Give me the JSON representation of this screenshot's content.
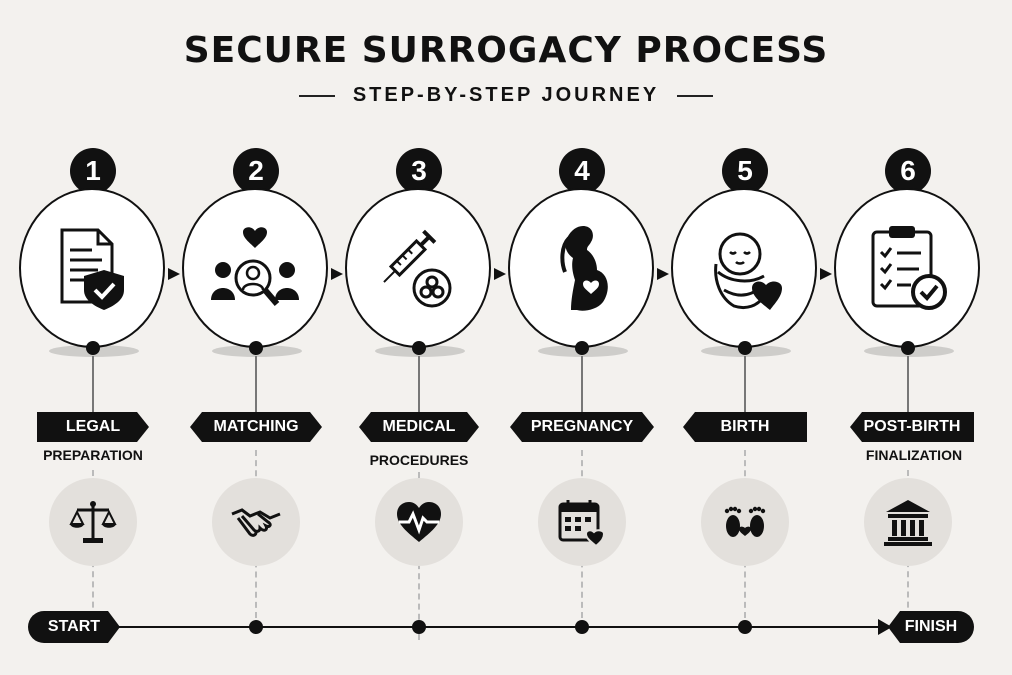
{
  "header": {
    "title": "SECURE SURROGACY PROCESS",
    "subtitle": "STEP-BY-STEP JOURNEY"
  },
  "steps": [
    {
      "number": "1",
      "label": "LEGAL",
      "sublabel": "PREPARATION",
      "top_icon": "legal-document-shield-icon",
      "bottom_icon": "scales-of-justice-icon"
    },
    {
      "number": "2",
      "label": "MATCHING",
      "sublabel": "",
      "top_icon": "people-heart-search-icon",
      "bottom_icon": "handshake-icon"
    },
    {
      "number": "3",
      "label": "MEDICAL",
      "sublabel": "PROCEDURES",
      "top_icon": "syringe-cells-icon",
      "bottom_icon": "heart-pulse-icon"
    },
    {
      "number": "4",
      "label": "PREGNANCY",
      "sublabel": "",
      "top_icon": "pregnant-woman-icon",
      "bottom_icon": "calendar-heart-icon"
    },
    {
      "number": "5",
      "label": "BIRTH",
      "sublabel": "",
      "top_icon": "swaddled-baby-heart-icon",
      "bottom_icon": "baby-footprints-icon"
    },
    {
      "number": "6",
      "label": "POST-BIRTH",
      "sublabel": "FINALIZATION",
      "top_icon": "clipboard-checklist-icon",
      "bottom_icon": "courthouse-icon"
    }
  ],
  "timeline": {
    "start_label": "START",
    "finish_label": "FINISH"
  }
}
